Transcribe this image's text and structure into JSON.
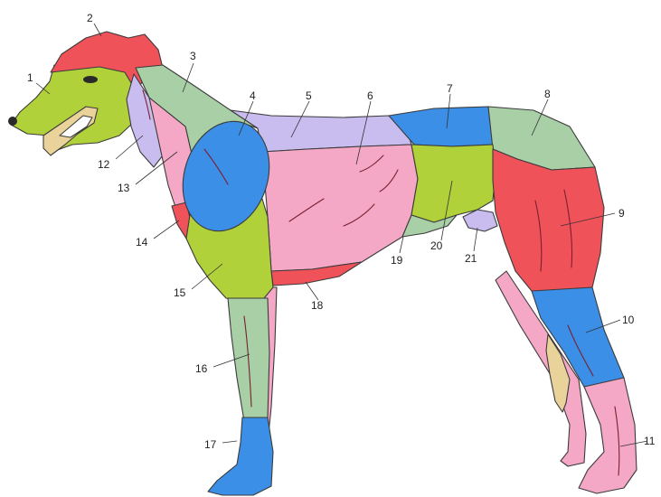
{
  "diagram": {
    "colors": {
      "red": "#f0525a",
      "green": "#b1d13a",
      "sage": "#a9cfa6",
      "lavender": "#c9bcef",
      "pink": "#f5a8c6",
      "blue": "#3b8fe6",
      "tan": "#e9d39a"
    },
    "labels": [
      {
        "id": "1",
        "text": "1"
      },
      {
        "id": "2",
        "text": "2"
      },
      {
        "id": "3",
        "text": "3"
      },
      {
        "id": "4",
        "text": "4"
      },
      {
        "id": "5",
        "text": "5"
      },
      {
        "id": "6",
        "text": "6"
      },
      {
        "id": "7",
        "text": "7"
      },
      {
        "id": "8",
        "text": "8"
      },
      {
        "id": "9",
        "text": "9"
      },
      {
        "id": "10",
        "text": "10"
      },
      {
        "id": "11",
        "text": "11"
      },
      {
        "id": "12",
        "text": "12"
      },
      {
        "id": "13",
        "text": "13"
      },
      {
        "id": "14",
        "text": "14"
      },
      {
        "id": "15",
        "text": "15"
      },
      {
        "id": "16",
        "text": "16"
      },
      {
        "id": "17",
        "text": "17"
      },
      {
        "id": "18",
        "text": "18"
      },
      {
        "id": "19",
        "text": "19"
      },
      {
        "id": "20",
        "text": "20"
      },
      {
        "id": "21",
        "text": "21"
      }
    ]
  }
}
